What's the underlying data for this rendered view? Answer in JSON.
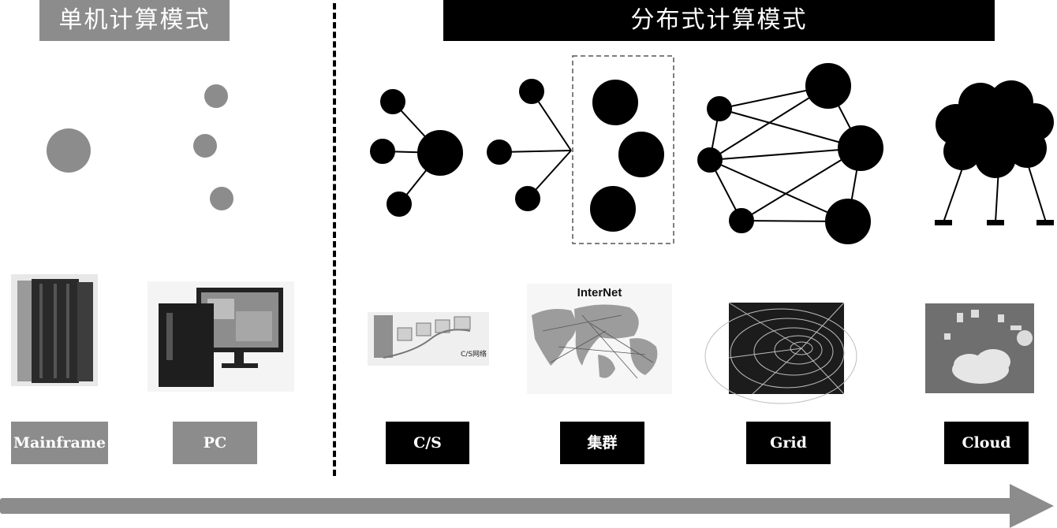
{
  "headers": {
    "standalone": "单机计算模式",
    "distributed": "分布式计算模式"
  },
  "labels": {
    "mainframe": "Mainframe",
    "pc": "PC",
    "cs": "C/S",
    "cluster": "集群",
    "grid": "Grid",
    "cloud": "Cloud"
  },
  "images": {
    "cs_caption": "C/S网络",
    "internet_caption": "InterNet"
  },
  "colors": {
    "gray": "#8c8c8c",
    "black": "#000000"
  }
}
